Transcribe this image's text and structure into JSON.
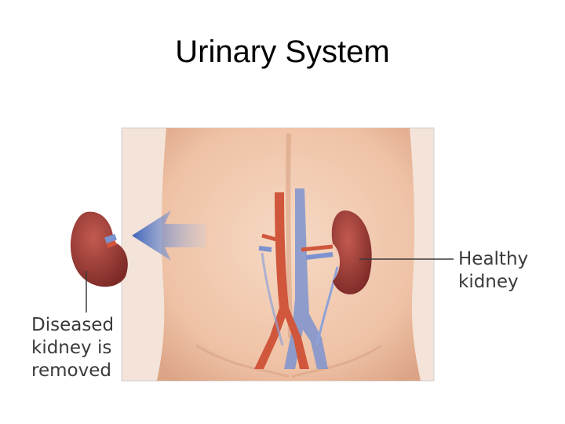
{
  "title": "Urinary System",
  "labels": {
    "healthy": "Healthy\nkidney",
    "diseased": "Diseased\nkidney is\nremoved"
  },
  "colors": {
    "skin": "#f1c8ae",
    "skin_shadow": "#d9a284",
    "kidney": "#9b3b35",
    "aorta": "#d0563c",
    "vein": "#7d93cf",
    "arrow": "#4a6dbd",
    "leader_line": "#3a3a3a"
  }
}
